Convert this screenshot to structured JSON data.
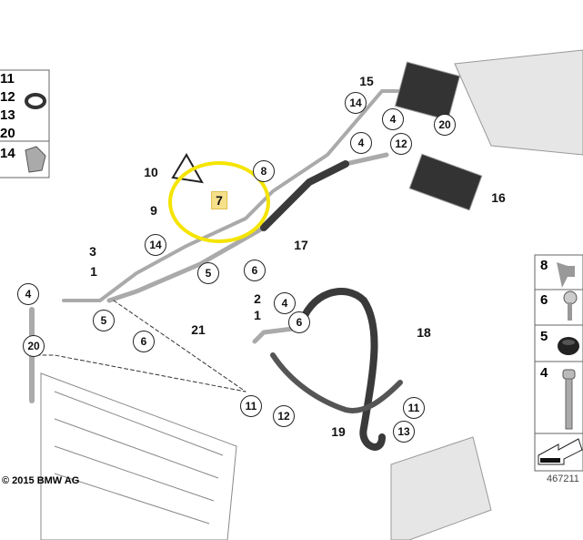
{
  "left_panel": {
    "ring_parts": [
      "11",
      "12",
      "13",
      "20"
    ],
    "clip_part": "14"
  },
  "right_panel": {
    "parts": [
      "8",
      "6",
      "5",
      "4"
    ]
  },
  "labels": [
    {
      "text": "15",
      "style": "plain"
    },
    {
      "text": "16",
      "style": "plain"
    },
    {
      "text": "17",
      "style": "plain"
    },
    {
      "text": "18",
      "style": "plain"
    },
    {
      "text": "19",
      "style": "plain"
    },
    {
      "text": "10",
      "style": "plain"
    },
    {
      "text": "9",
      "style": "plain"
    },
    {
      "text": "3",
      "style": "plain"
    },
    {
      "text": "1",
      "style": "plain"
    },
    {
      "text": "2",
      "style": "plain"
    },
    {
      "text": "1",
      "style": "plain"
    },
    {
      "text": "21",
      "style": "plain"
    },
    {
      "text": "7",
      "style": "highlight"
    },
    {
      "text": "14",
      "style": "circle"
    },
    {
      "text": "4",
      "style": "circle"
    },
    {
      "text": "20",
      "style": "circle"
    },
    {
      "text": "4",
      "style": "circle"
    },
    {
      "text": "12",
      "style": "circle"
    },
    {
      "text": "8",
      "style": "circle"
    },
    {
      "text": "14",
      "style": "circle"
    },
    {
      "text": "5",
      "style": "circle"
    },
    {
      "text": "6",
      "style": "circle"
    },
    {
      "text": "4",
      "style": "circle"
    },
    {
      "text": "5",
      "style": "circle"
    },
    {
      "text": "6",
      "style": "circle"
    },
    {
      "text": "4",
      "style": "circle"
    },
    {
      "text": "6",
      "style": "circle"
    },
    {
      "text": "20",
      "style": "circle"
    },
    {
      "text": "11",
      "style": "circle"
    },
    {
      "text": "12",
      "style": "circle"
    },
    {
      "text": "11",
      "style": "circle"
    },
    {
      "text": "13",
      "style": "circle"
    }
  ],
  "footer": {
    "copyright": "© 2015 BMW AG",
    "diagram_number": "467211"
  },
  "colors": {
    "highlight": "#f5e400",
    "hose": "#3a3a3a",
    "pipe": "#9a9a9a"
  }
}
